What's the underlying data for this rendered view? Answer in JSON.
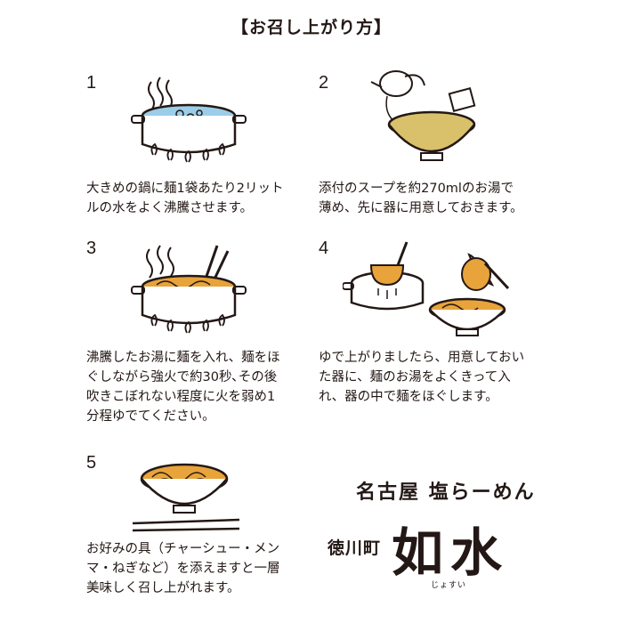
{
  "title": "【お召し上がり方】",
  "steps": [
    {
      "num": "1",
      "lines": [
        "大きめの鍋に麺1袋あたり2リット",
        "ルの水をよく沸騰させます。"
      ]
    },
    {
      "num": "2",
      "lines": [
        "添付のスープを約270mlのお湯で",
        "薄め、先に器に用意しておきます。"
      ]
    },
    {
      "num": "3",
      "lines": [
        "沸騰したお湯に麺を入れ、麺をほ",
        "ぐしながら強火で約30秒､その後",
        "吹きこぼれない程度に火を弱め1",
        "分程ゆでてください。"
      ]
    },
    {
      "num": "4",
      "lines": [
        "ゆで上がりましたら、用意しておい",
        "た器に、麺のお湯をよくきって入",
        "れ、器の中で麺をほぐします。"
      ]
    },
    {
      "num": "5",
      "lines": [
        "お好みの具（チャーシュー・メン",
        "マ・ねぎなど）を添えますと一層",
        "美味しく召し上がれます。"
      ]
    }
  ],
  "brand": {
    "tagline": "名古屋 塩らーめん",
    "town": "徳川町",
    "name": "如水",
    "ruby": "じょすい"
  },
  "colors": {
    "ink": "#231815",
    "soup": "#d9c06a",
    "noodle": "#e8a33a",
    "water": "#9ccde8"
  }
}
